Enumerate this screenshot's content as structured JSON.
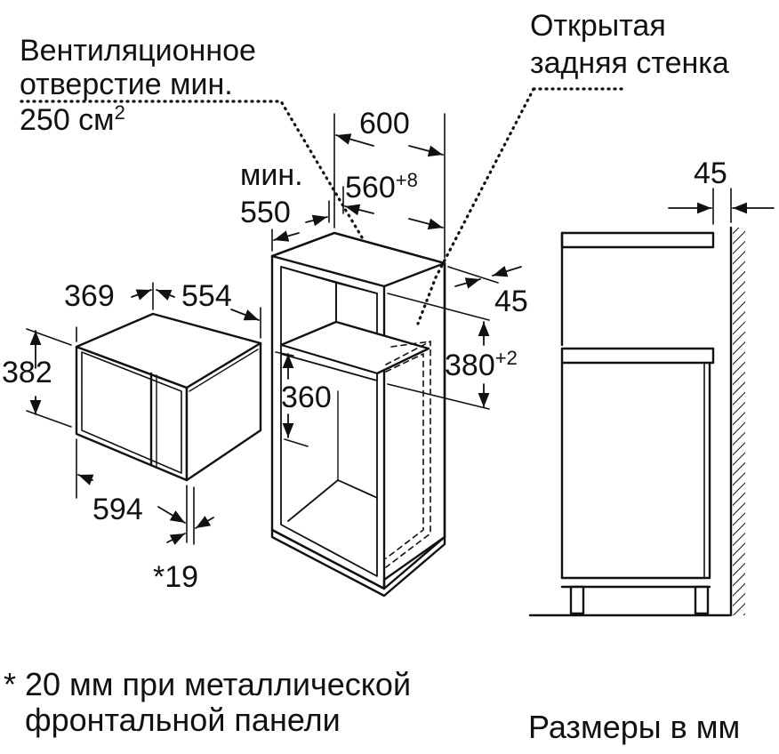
{
  "labels": {
    "vent_line1": "Вентиляционное",
    "vent_line2": "отверстие мин.",
    "vent_line3": "250 см",
    "vent_sup": "2",
    "back_line1": "Открытая",
    "back_line2": "задняя стенка",
    "min_word": "мин.",
    "footnote_line1": "* 20 мм при металлической",
    "footnote_line2": "фронтальной панели",
    "units_note": "Размеры в мм"
  },
  "dimensions": {
    "d600": "600",
    "d560": "560",
    "d560_sup": "+8",
    "d550": "550",
    "d45_right": "45",
    "d45_side": "45",
    "d380": "380",
    "d380_sup": "+2",
    "d360": "360",
    "d369": "369",
    "d554": "554",
    "d382": "382",
    "d594": "594",
    "d19": "*19"
  },
  "colors": {
    "line": "#111111",
    "background": "#ffffff"
  }
}
